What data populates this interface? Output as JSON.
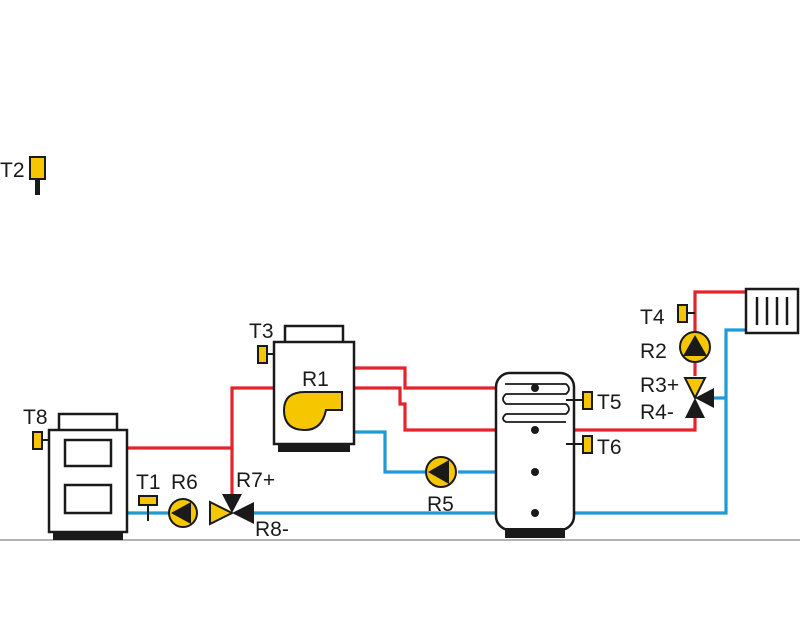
{
  "labels": {
    "T1": "T1",
    "T2": "T2",
    "T3": "T3",
    "T4": "T4",
    "T5": "T5",
    "T6": "T6",
    "T8": "T8",
    "R1": "R1",
    "R2": "R2",
    "R3": "R3+",
    "R4": "R4-",
    "R5": "R5",
    "R6": "R6",
    "R7": "R7+",
    "R8": "R8-"
  },
  "colors": {
    "supply": "#e3242b",
    "return": "#1e9ad6",
    "accent": "#f6c700",
    "outline": "#1a1a1a"
  }
}
